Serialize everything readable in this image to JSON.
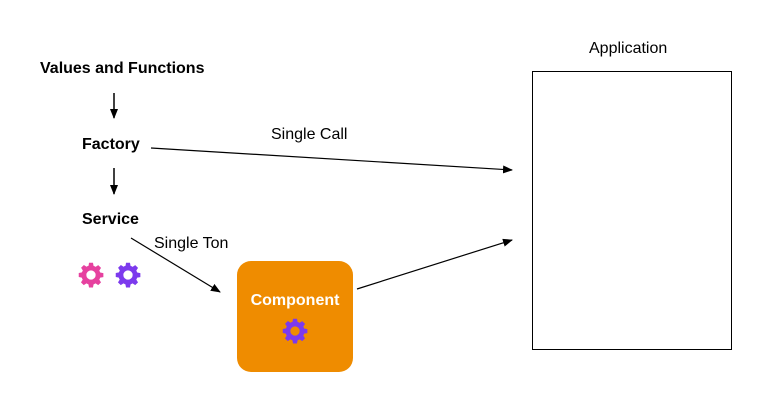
{
  "nodes": {
    "values_and_functions": "Values and Functions",
    "factory": "Factory",
    "service": "Service",
    "component": "Component",
    "application": "Application"
  },
  "edges": {
    "single_call": "Single Call",
    "single_ton": "Single Ton"
  },
  "icons": {
    "service_gears": [
      "gear-icon",
      "gear-icon"
    ],
    "component_gear": "gear-icon"
  },
  "colors": {
    "component_fill": "#ef8c00",
    "gear_pink": "#e6419f",
    "gear_purple": "#7c3aed",
    "line": "#000000"
  }
}
